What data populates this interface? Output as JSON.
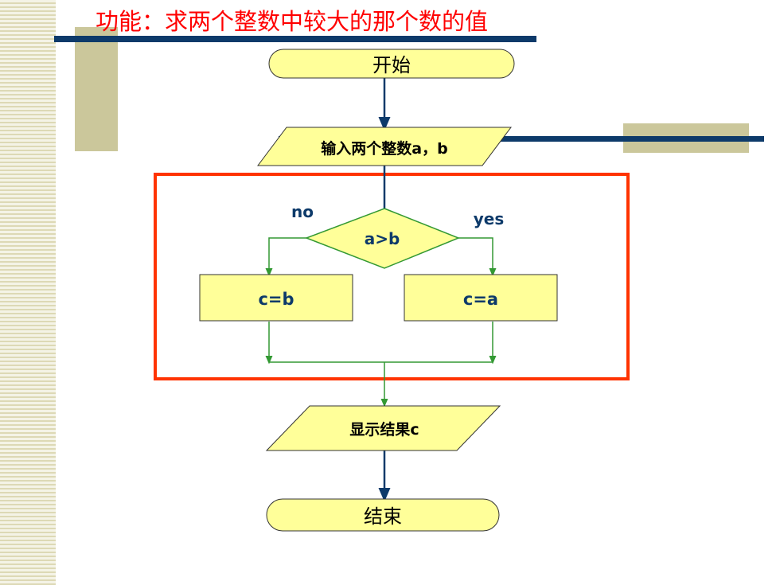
{
  "title": "功能：求两个整数中较大的那个数的值",
  "flowchart": {
    "start": "开始",
    "input": "输入两个整数a，b",
    "decision": "a>b",
    "branch_no": "no",
    "branch_yes": "yes",
    "assign_no": "c=b",
    "assign_yes": "c=a",
    "output": "显示结果c",
    "end": "结束"
  },
  "colors": {
    "title": "#ff0000",
    "shape_fill": "#ffff99",
    "shape_stroke": "#333333",
    "main_arrow": "#0d3a6a",
    "branch_arrow": "#339933",
    "highlight_box": "#ff3300",
    "label_text": "#0d3a6a",
    "deco_tan": "#cbc79b"
  }
}
